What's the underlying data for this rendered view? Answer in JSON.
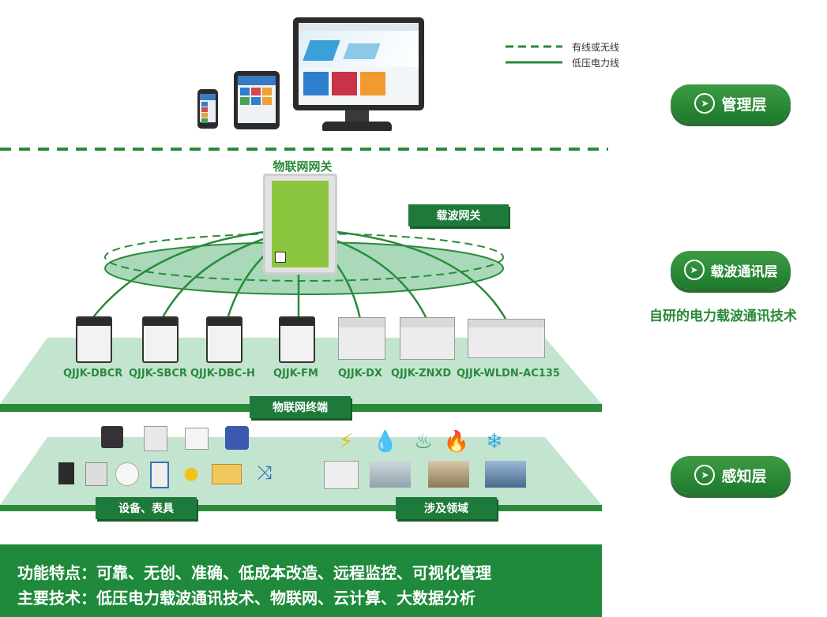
{
  "legend": {
    "wired_or_wireless": "有线或无线",
    "low_voltage_line": "低压电力线"
  },
  "layers": {
    "management": "管理层",
    "carrier": "载波通讯层",
    "carrier_subtitle": "自研的电力载波通讯技术",
    "perception": "感知层"
  },
  "gateway": {
    "iot_gateway_label": "物联网网关",
    "carrier_gateway_tag": "载波网关"
  },
  "devices": [
    "QJJK-DBCR",
    "QJJK-SBCR",
    "QJJK-DBC-H",
    "QJJK-FM",
    "QJJK-DX",
    "QJJK-ZNXD",
    "QJJK-WLDN-AC135"
  ],
  "tags": {
    "iot_terminal": "物联网终端",
    "equipment_meters": "设备、表具",
    "domains": "涉及领域"
  },
  "banner": {
    "line1": "功能特点：可靠、无创、准确、低成本改造、远程监控、可视化管理",
    "line2": "主要技术：低压电力载波通讯技术、物联网、云计算、大数据分析"
  },
  "colors": {
    "brand_green": "#1f8a3b",
    "platform_fill": "#bfe2cc",
    "badge_green": "#2f8c3c"
  }
}
